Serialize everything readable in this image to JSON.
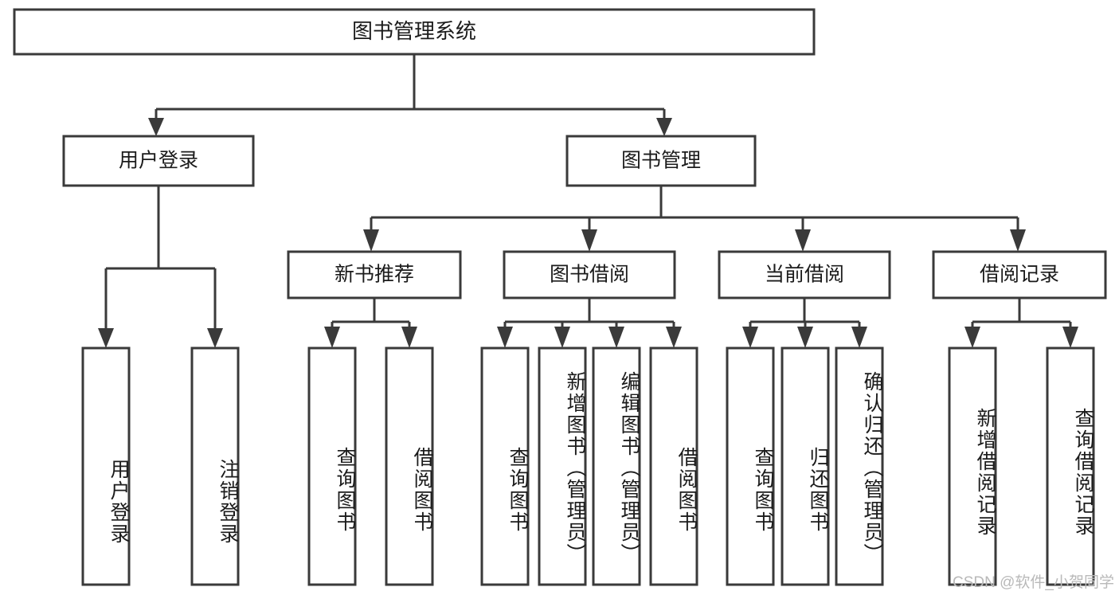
{
  "diagram": {
    "kind": "tree-structure-chart",
    "title": "图书管理系统",
    "root": {
      "id": "root",
      "label": "图书管理系统",
      "orientation": "horizontal"
    },
    "level1": [
      {
        "id": "user-login",
        "label": "用户登录",
        "orientation": "horizontal"
      },
      {
        "id": "book-manage",
        "label": "图书管理",
        "orientation": "horizontal"
      }
    ],
    "level2": [
      {
        "id": "new-book-recommend",
        "label": "新书推荐",
        "orientation": "horizontal",
        "parent": "book-manage"
      },
      {
        "id": "book-borrow",
        "label": "图书借阅",
        "orientation": "horizontal",
        "parent": "book-manage"
      },
      {
        "id": "current-borrow",
        "label": "当前借阅",
        "orientation": "horizontal",
        "parent": "book-manage"
      },
      {
        "id": "borrow-record",
        "label": "借阅记录",
        "orientation": "horizontal",
        "parent": "book-manage"
      }
    ],
    "leaves": [
      {
        "id": "leaf-user-login",
        "label": "用户登录",
        "orientation": "vertical",
        "parent": "user-login"
      },
      {
        "id": "leaf-user-logout",
        "label": "注销登录",
        "orientation": "vertical",
        "parent": "user-login"
      },
      {
        "id": "leaf-query-book-1",
        "label": "查询图书",
        "orientation": "vertical",
        "parent": "new-book-recommend"
      },
      {
        "id": "leaf-borrow-book-1",
        "label": "借阅图书",
        "orientation": "vertical",
        "parent": "new-book-recommend"
      },
      {
        "id": "leaf-query-book-2",
        "label": "查询图书",
        "orientation": "vertical",
        "parent": "book-borrow"
      },
      {
        "id": "leaf-add-book",
        "label": "新增图书（管理员）",
        "orientation": "vertical",
        "parent": "book-borrow"
      },
      {
        "id": "leaf-edit-book",
        "label": "编辑图书（管理员）",
        "orientation": "vertical",
        "parent": "book-borrow"
      },
      {
        "id": "leaf-borrow-book-2",
        "label": "借阅图书",
        "orientation": "vertical",
        "parent": "book-borrow"
      },
      {
        "id": "leaf-query-book-3",
        "label": "查询图书",
        "orientation": "vertical",
        "parent": "current-borrow"
      },
      {
        "id": "leaf-return-book",
        "label": "归还图书",
        "orientation": "vertical",
        "parent": "current-borrow"
      },
      {
        "id": "leaf-confirm-return",
        "label": "确认归还（管理员）",
        "orientation": "vertical",
        "parent": "current-borrow"
      },
      {
        "id": "leaf-add-record",
        "label": "新增借阅记录",
        "orientation": "vertical",
        "parent": "borrow-record"
      },
      {
        "id": "leaf-query-record",
        "label": "查询借阅记录",
        "orientation": "vertical",
        "parent": "borrow-record"
      }
    ],
    "colors": {
      "box_stroke": "#3a3a3a",
      "box_fill": "#ffffff",
      "connector": "#3a3a3a",
      "text": "#1b1b1b",
      "background": "#ffffff",
      "watermark": "#b9b9b9"
    }
  },
  "watermark": {
    "text": "CSDN @软件_小贺同学"
  }
}
